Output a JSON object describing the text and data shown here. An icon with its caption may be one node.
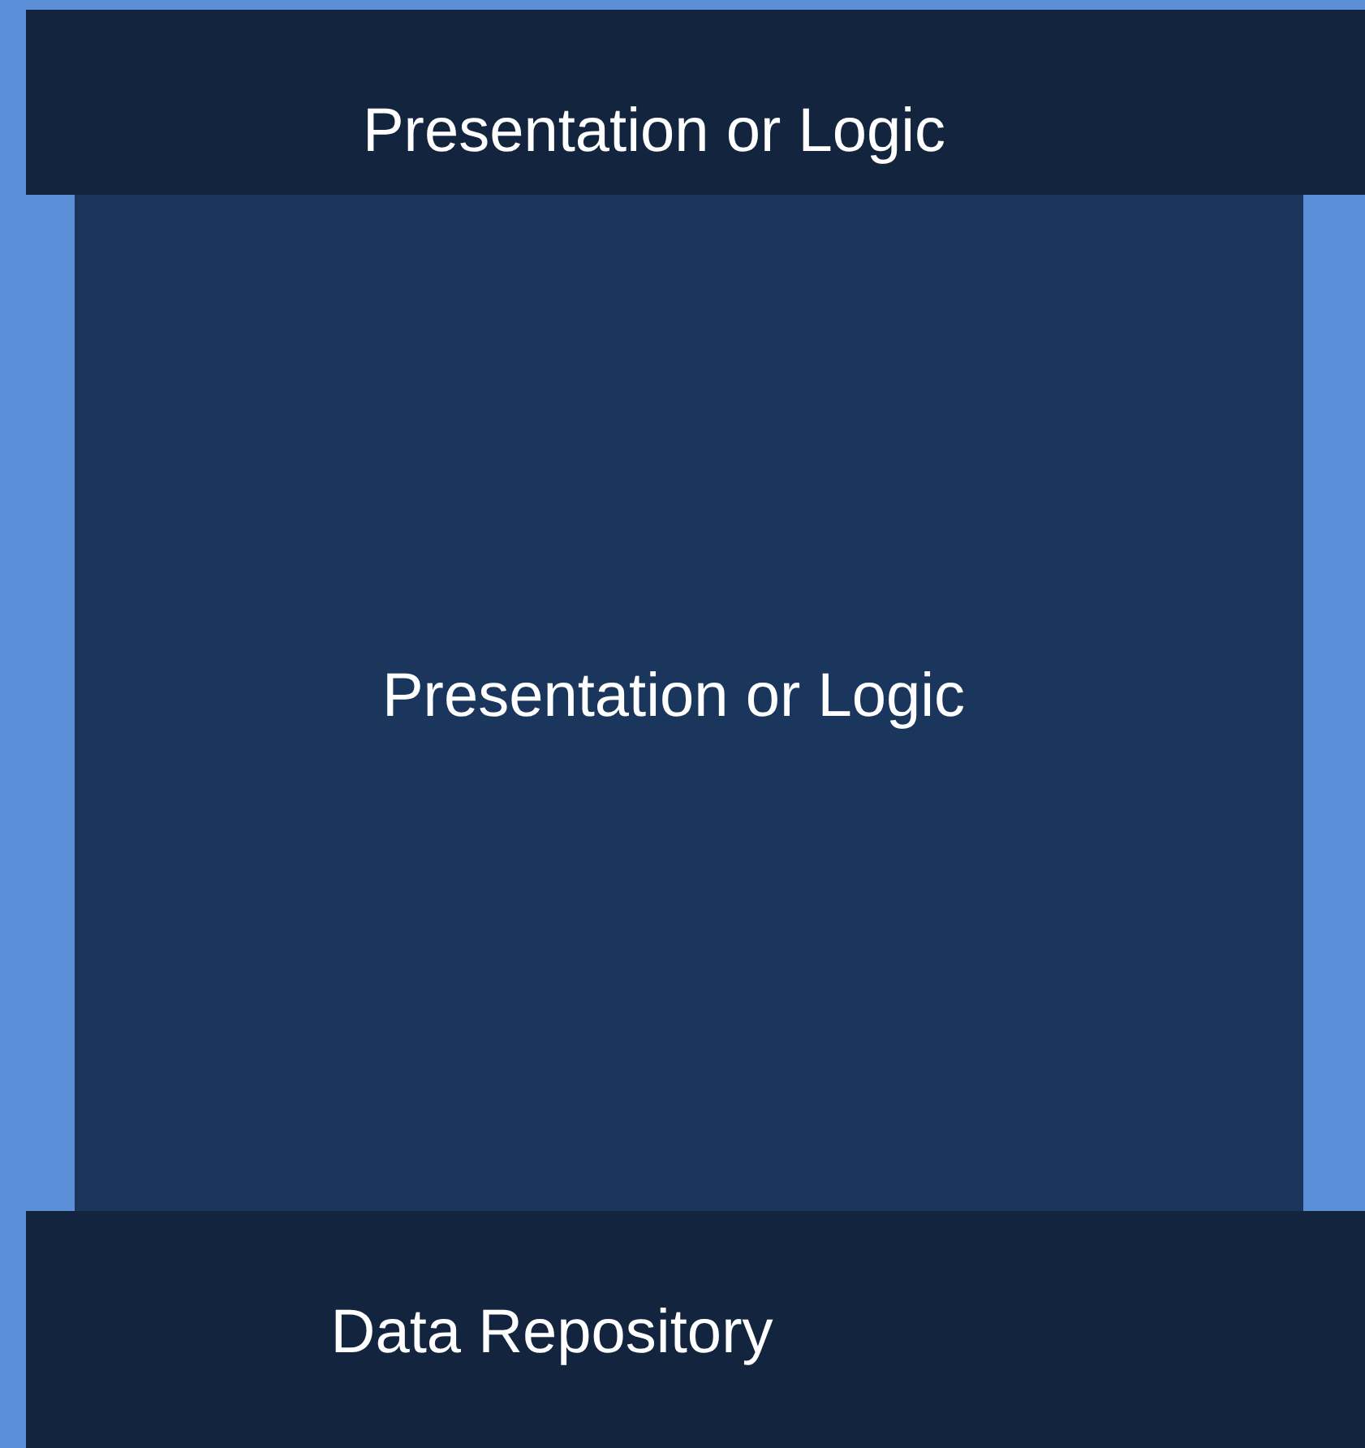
{
  "diagram": {
    "nodes": [
      {
        "text": [
          "Presentation or Logic"
        ]
      },
      {
        "text": [
          "Presentation or Logic"
        ]
      },
      {
        "text": [
          "Data Repository"
        ]
      }
    ]
  }
}
